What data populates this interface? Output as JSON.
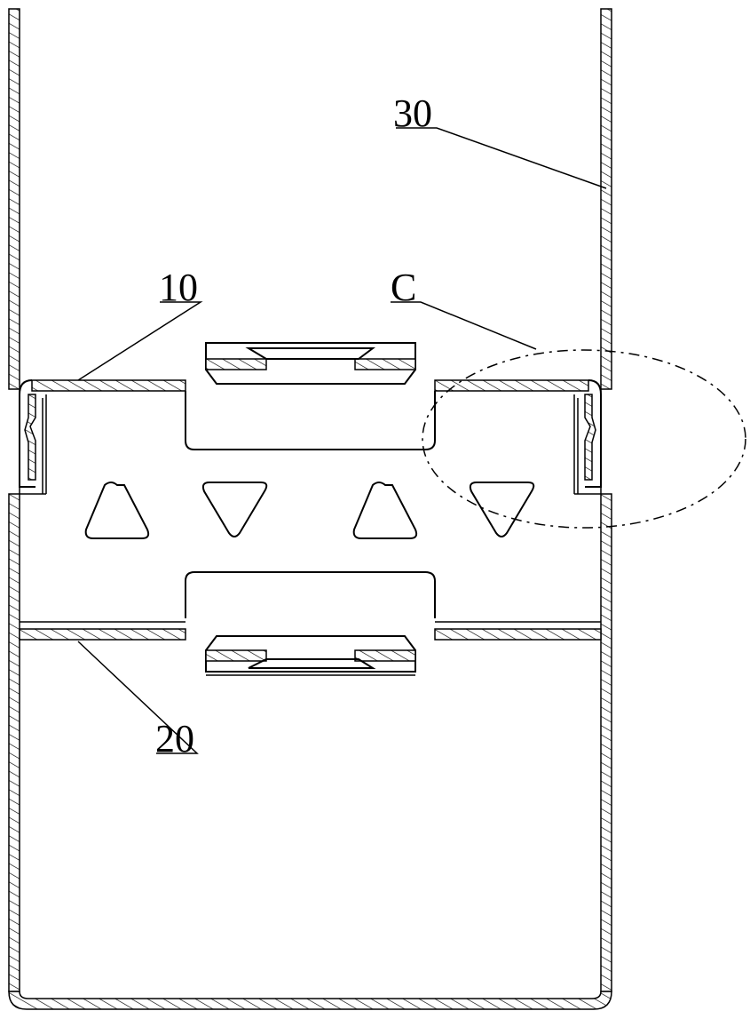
{
  "labels": {
    "outer_shell": "30",
    "upper_plate": "10",
    "lower_plate": "20",
    "detail": "C"
  },
  "colors": {
    "line": "#000000",
    "background": "#ffffff"
  }
}
